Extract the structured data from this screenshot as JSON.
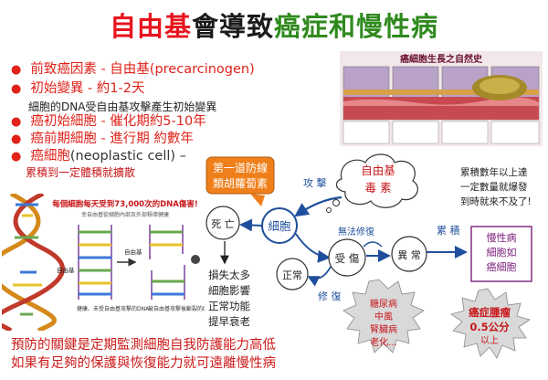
{
  "title": {
    "part1": "自由基",
    "part2": "會導致",
    "part3": "癌症和慢性病"
  },
  "bullets": [
    {
      "main": "前致癌因素 - 自由基",
      "extra": "(precarcinogen)"
    },
    {
      "main": "初始變異 - 約",
      "extra": "1-2天"
    },
    {
      "main": "癌初始細胞 - 催化期約",
      "extra": "5-10年"
    },
    {
      "main": "癌前期細胞 - 進行期 ",
      "extra": "約數年"
    },
    {
      "main": "癌細胞",
      "extra": "(neoplastic cell) –"
    }
  ],
  "bullet2_note": "細胞的DNA受自由基攻擊產生初始變異",
  "bullet5_note": "累積到一定體積就擴散",
  "dna_figure": {
    "headline": "每個細胞每天受到73,000次的DNA傷害!",
    "subhead": "幸自由基從細胞內部及外部積壞健康",
    "label_free_radical": "自由基",
    "label_free_radical2": "自由基",
    "caption_healthy": "健康、未受自由基攻擊的DNA",
    "caption_damaged": "被自由基攻擊後斷裂的DNA"
  },
  "cancer_figure": {
    "title": "癌細胞生長之自然史"
  },
  "diagram": {
    "first_line": "第一道防線",
    "first_line2": "類胡蘿蔔素",
    "attack": "攻 擊",
    "free_radical": "自由基",
    "toxin": "毒 素",
    "cell": "細胞",
    "death": "死 亡",
    "normal": "正常",
    "cant_repair": "無法修復",
    "injury": "受 傷",
    "repair": "修 復",
    "abnormal": "異 常",
    "accumulate": "累 積",
    "cancer_like": [
      "慢性病",
      "細胞如",
      "癌細胞"
    ],
    "loss": [
      "損失太多",
      "細胞影響",
      "正常功能",
      "提早衰老"
    ],
    "years_note": [
      "累積數年以上達",
      "一定數量就爆發",
      "到時就來不及了!"
    ],
    "chronic": [
      "糖尿病",
      "中風",
      "腎臟病",
      "老化..."
    ],
    "tumor": [
      "癌症腫瘤",
      "0.5公分",
      "以上"
    ]
  },
  "bottom_lines": [
    "預防的關鍵是定期監測細胞自我防護能力高低",
    "如果有足夠的保護與恢復能力就可遠離慢性病"
  ],
  "colors": {
    "accent_red": "#e8141e",
    "diagram_blue": "#1f4f9c",
    "orange": "#ef7f1a",
    "purple": "#7b1e7a"
  }
}
